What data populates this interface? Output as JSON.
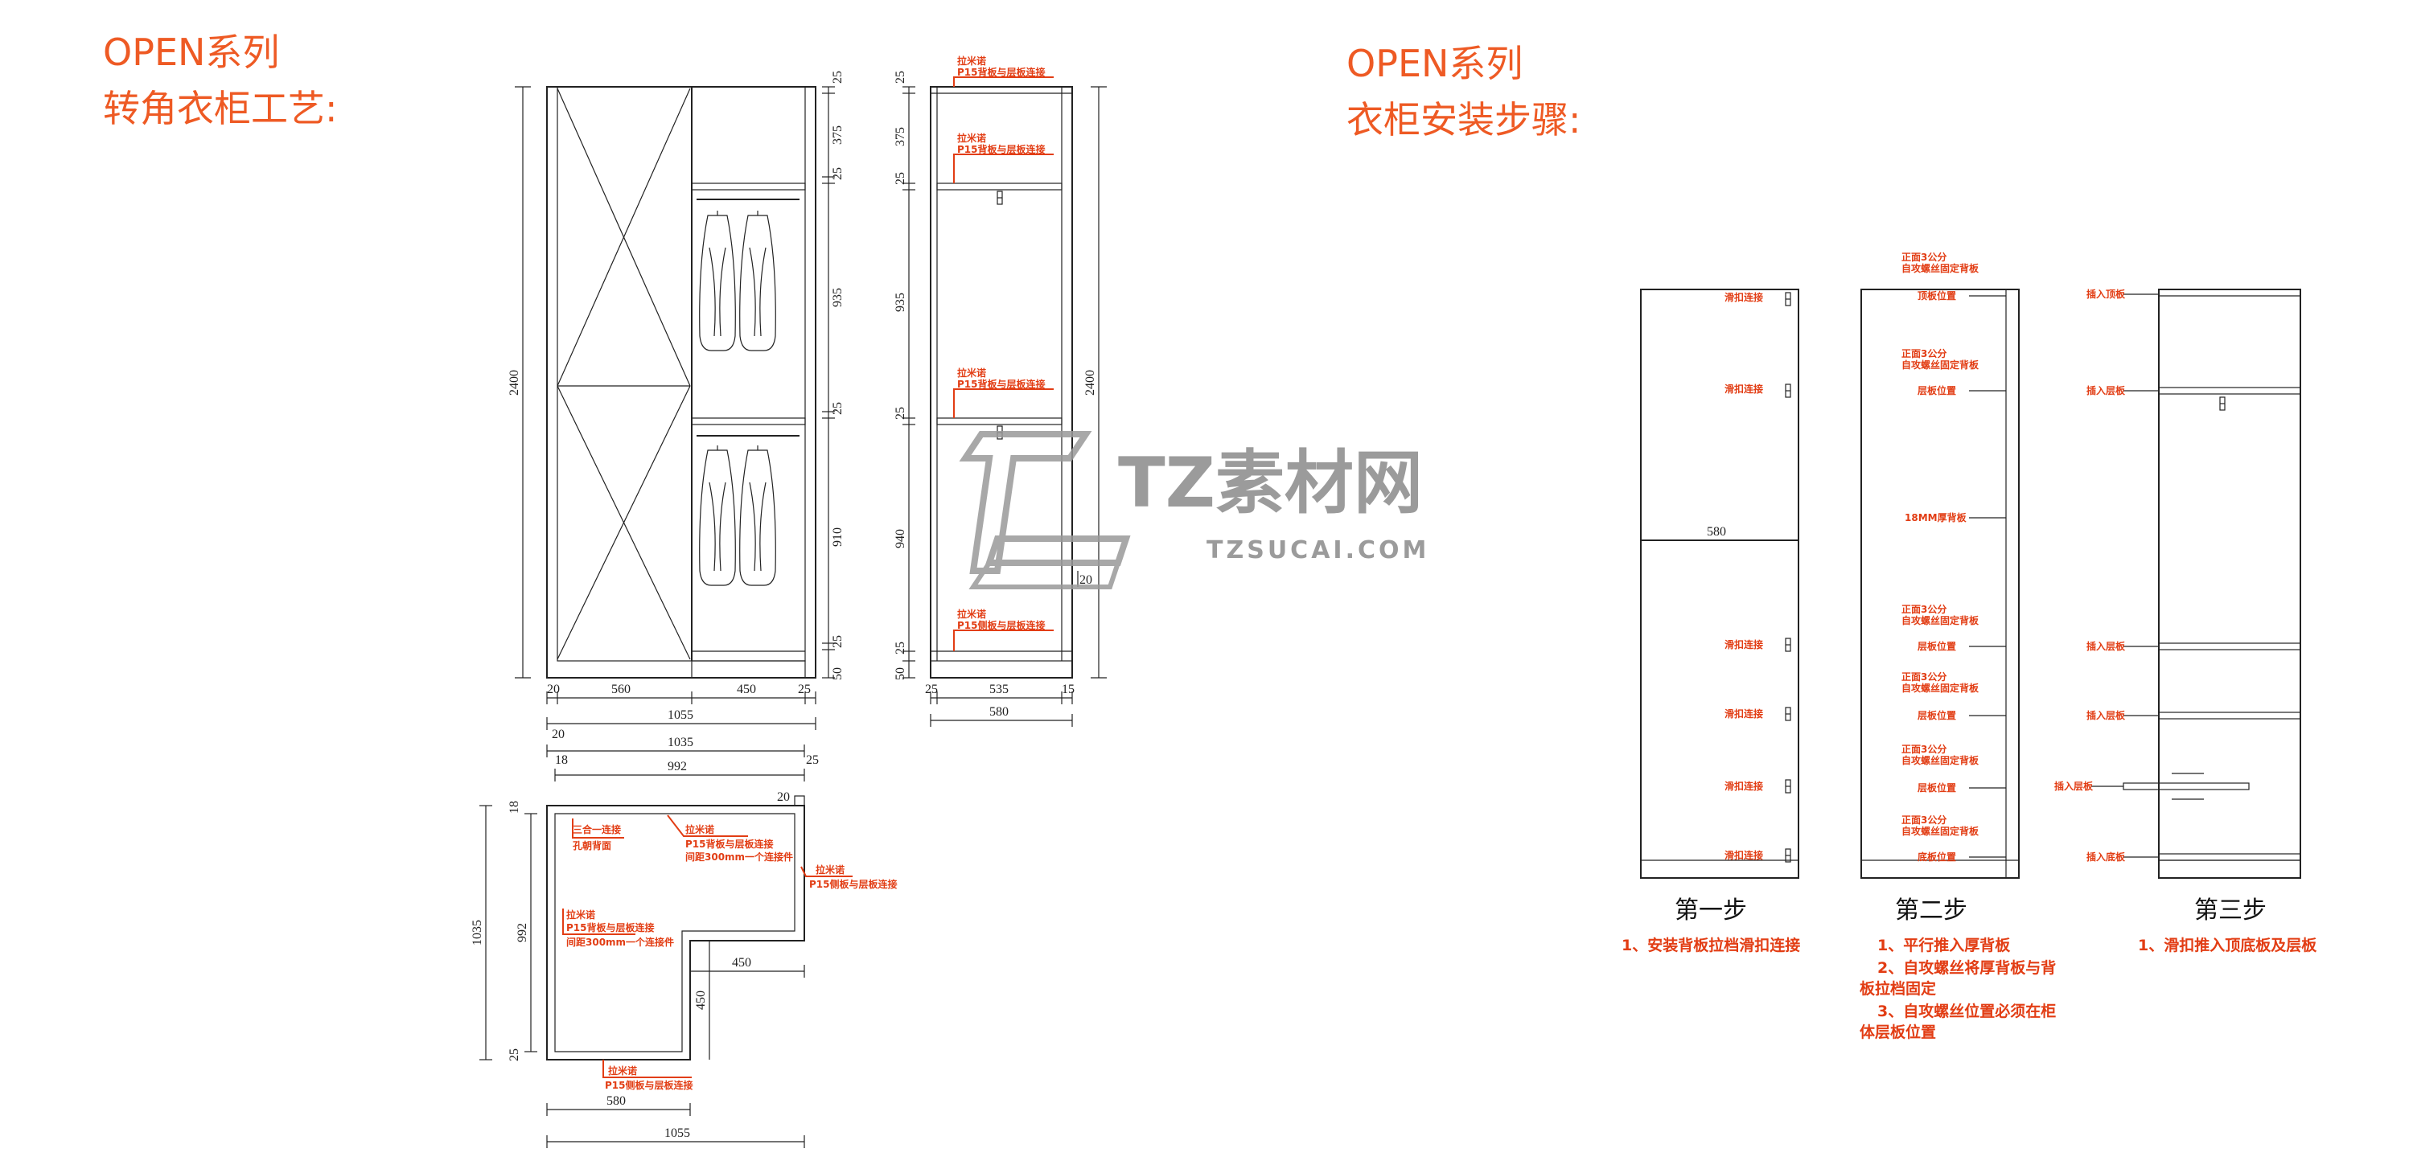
{
  "headings": {
    "left_line1": "OPEN系列",
    "left_line2": "转角衣柜工艺:",
    "right_line1": "OPEN系列",
    "right_line2": "衣柜安装步骤:"
  },
  "front_view": {
    "height_total": "2400",
    "seg_heights": [
      "25",
      "375",
      "25",
      "935",
      "25",
      "910",
      "25",
      "50"
    ],
    "bottom_widths": [
      "20",
      "560",
      "450",
      "25"
    ],
    "total_width": "1055"
  },
  "side_view": {
    "seg_heights": [
      "25",
      "375",
      "25",
      "935",
      "25",
      "940",
      "25",
      "50"
    ],
    "height_total": "2400",
    "bottom_widths": [
      "25",
      "535",
      "15"
    ],
    "total_width": "580",
    "gap_label": "20",
    "labels": [
      {
        "title": "拉米诺",
        "sub": "P15背板与层板连接"
      },
      {
        "title": "拉米诺",
        "sub": "P15背板与层板连接"
      },
      {
        "title": "拉米诺",
        "sub": "P15背板与层板连接"
      },
      {
        "title": "拉米诺",
        "sub": "P15侧板与层板连接"
      }
    ]
  },
  "plan_view": {
    "dims_top": [
      "20",
      "1035",
      "18",
      "992",
      "25"
    ],
    "dims_left": [
      "18",
      "1035",
      "992",
      "25"
    ],
    "dim_20": "20",
    "inner_450_h": "450",
    "inner_450_v": "450",
    "bottom_580": "580",
    "bottom_1055": "1055",
    "labels": [
      {
        "title": "三合一连接",
        "sub": "孔朝背面"
      },
      {
        "title": "拉米诺",
        "sub": "P15背板与层板连接",
        "sub2": "间距300mm一个连接件"
      },
      {
        "title": "拉米诺",
        "sub": "P15侧板与层板连接"
      },
      {
        "title": "拉米诺",
        "sub": "P15背板与层板连接",
        "sub2": "间距300mm一个连接件"
      },
      {
        "title": "拉米诺",
        "sub": "P15侧板与层板连接"
      }
    ]
  },
  "watermark": {
    "brand": "TZ素材网",
    "url": "TZSUCAI.COM"
  },
  "steps": [
    {
      "title": "第一步",
      "width_label": "580",
      "labels": [
        "滑扣连接",
        "滑扣连接",
        "滑扣连接",
        "滑扣连接",
        "滑扣连接",
        "滑扣连接"
      ],
      "notes": [
        "1、安装背板拉档滑扣连接"
      ]
    },
    {
      "title": "第二步",
      "labels": [
        {
          "l1": "正面3公分",
          "l2": "自攻螺丝固定背板",
          "l3": "顶板位置"
        },
        {
          "l1": "正面3公分",
          "l2": "自攻螺丝固定背板",
          "l3": "层板位置"
        },
        {
          "l1": "",
          "l2": "",
          "l3": "18MM厚背板"
        },
        {
          "l1": "正面3公分",
          "l2": "自攻螺丝固定背板",
          "l3": "层板位置"
        },
        {
          "l1": "正面3公分",
          "l2": "自攻螺丝固定背板",
          "l3": "层板位置"
        },
        {
          "l1": "正面3公分",
          "l2": "自攻螺丝固定背板",
          "l3": "层板位置"
        },
        {
          "l1": "正面3公分",
          "l2": "自攻螺丝固定背板",
          "l3": "底板位置"
        }
      ],
      "notes": [
        "1、平行推入厚背板",
        "2、自攻螺丝将厚背板与背",
        "板拉档固定",
        "3、自攻螺丝位置必须在柜",
        "体层板位置"
      ]
    },
    {
      "title": "第三步",
      "labels": [
        "插入顶板",
        "插入层板",
        "插入层板",
        "插入层板",
        "插入层板",
        "插入底板"
      ],
      "notes": [
        "1、滑扣推入顶底板及层板"
      ]
    }
  ]
}
